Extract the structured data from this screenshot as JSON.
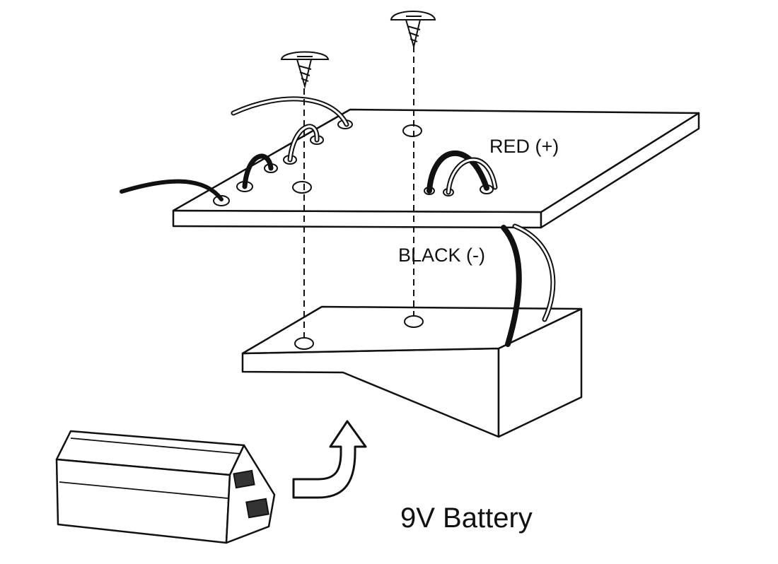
{
  "labels": {
    "red": "RED (+)",
    "black": "BLACK (-)",
    "battery": "9V Battery"
  },
  "colors": {
    "line": "#111111",
    "background": "#ffffff"
  }
}
